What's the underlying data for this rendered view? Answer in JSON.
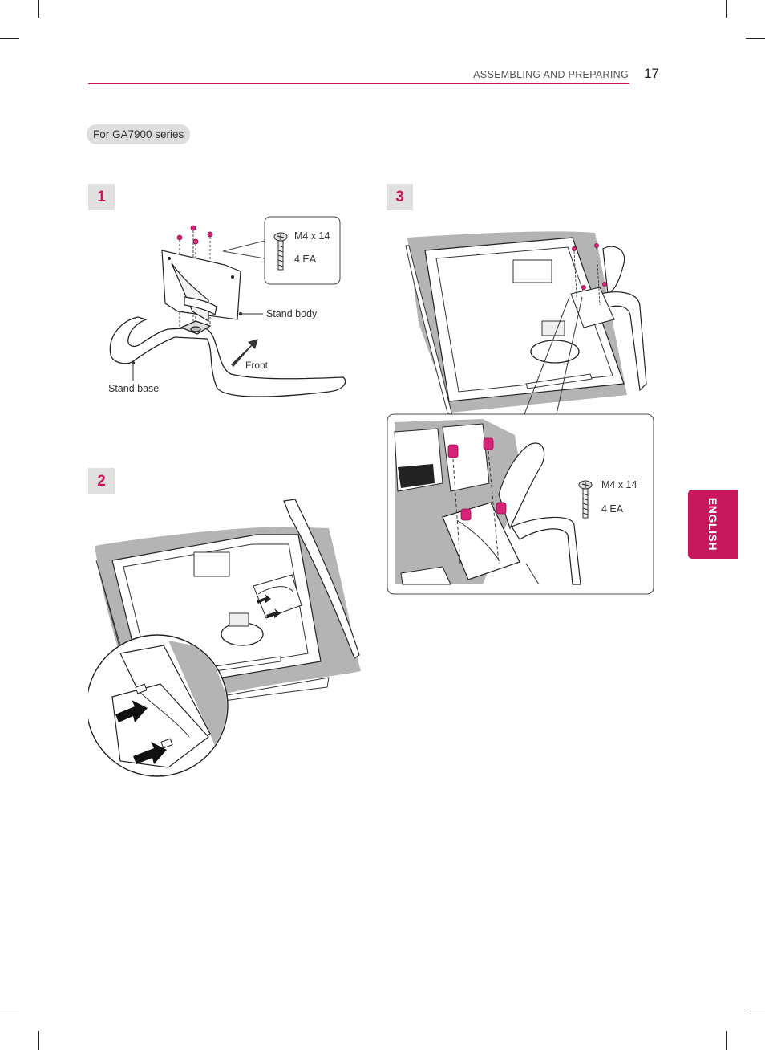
{
  "header": {
    "section_title": "ASSEMBLING AND PREPARING",
    "page_number": "17"
  },
  "series_label": "For GA7900 series",
  "steps": [
    {
      "number": "1",
      "labels": {
        "stand_body": "Stand body",
        "stand_base": "Stand base",
        "front": "Front"
      },
      "screw": {
        "spec": "M4 x 14",
        "count": "4 EA"
      }
    },
    {
      "number": "2"
    },
    {
      "number": "3",
      "screw": {
        "spec": "M4 x 14",
        "count": "4 EA"
      }
    }
  ],
  "language_tab": "ENGLISH",
  "colors": {
    "accent": "#c8175d",
    "badge_gray": "#e0e0e0",
    "shadow_gray": "#b4b4b4"
  }
}
